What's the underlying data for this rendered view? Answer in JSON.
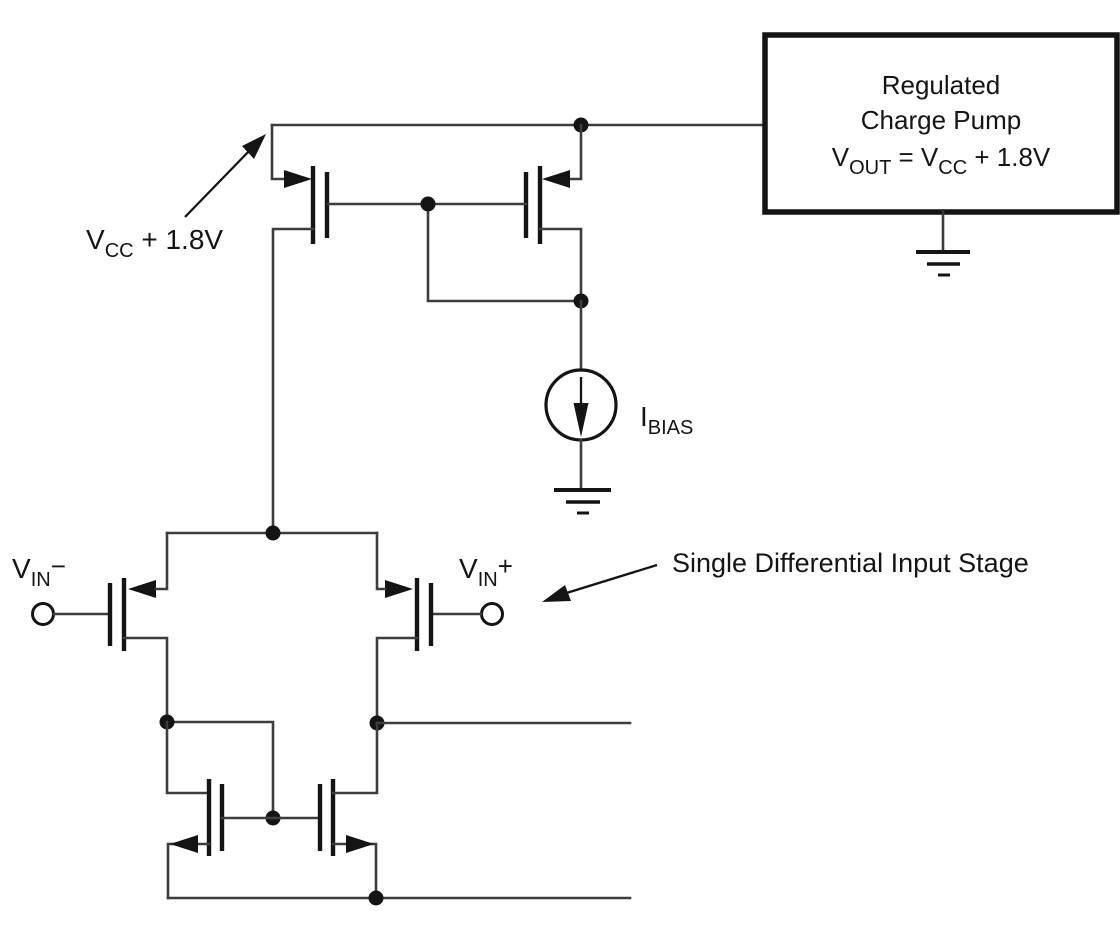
{
  "colors": {
    "line": "#3d3d3d",
    "ink": "#141414",
    "background": "#ffffff"
  },
  "charge_pump": {
    "line1": "Regulated",
    "line2": "Charge Pump",
    "formula": {
      "v1": "V",
      "sub1": "OUT",
      "eq": " = ",
      "v2": "V",
      "sub2": "CC",
      "tail": " + 1.8V"
    }
  },
  "labels": {
    "vcc_rail": {
      "v": "V",
      "sub": "CC",
      "tail": " + 1.8V"
    },
    "vin_minus": {
      "v": "V",
      "sub": "IN",
      "sign": "−"
    },
    "vin_plus": {
      "v": "V",
      "sub": "IN",
      "sign": "+"
    },
    "ibias": {
      "i": "I",
      "sub": "BIAS"
    },
    "annotation": "Single Differential Input Stage"
  }
}
